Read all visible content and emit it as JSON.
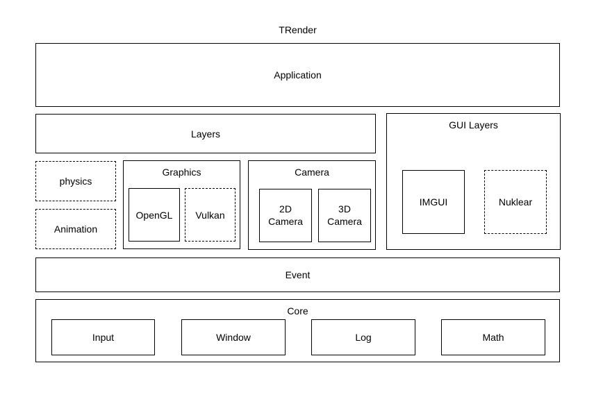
{
  "page": {
    "title": "TRender"
  },
  "colors": {
    "border": "#000000",
    "background": "#ffffff",
    "text": "#000000"
  },
  "blocks": {
    "application": {
      "label": "Application"
    },
    "layers": {
      "label": "Layers"
    },
    "gui_layers": {
      "label": "GUI Layers",
      "imgui": {
        "label": "IMGUI"
      },
      "nuklear": {
        "label": "Nuklear"
      }
    },
    "physics": {
      "label": "physics"
    },
    "animation": {
      "label": "Animation"
    },
    "graphics": {
      "label": "Graphics",
      "opengl": {
        "label": "OpenGL"
      },
      "vulkan": {
        "label": "Vulkan"
      }
    },
    "camera": {
      "label": "Camera",
      "camera_2d": {
        "label": "2D Camera"
      },
      "camera_3d": {
        "label": "3D Camera"
      }
    },
    "event": {
      "label": "Event"
    },
    "core": {
      "label": "Core",
      "input": {
        "label": "Input"
      },
      "window": {
        "label": "Window"
      },
      "log": {
        "label": "Log"
      },
      "math": {
        "label": "Math"
      }
    }
  }
}
